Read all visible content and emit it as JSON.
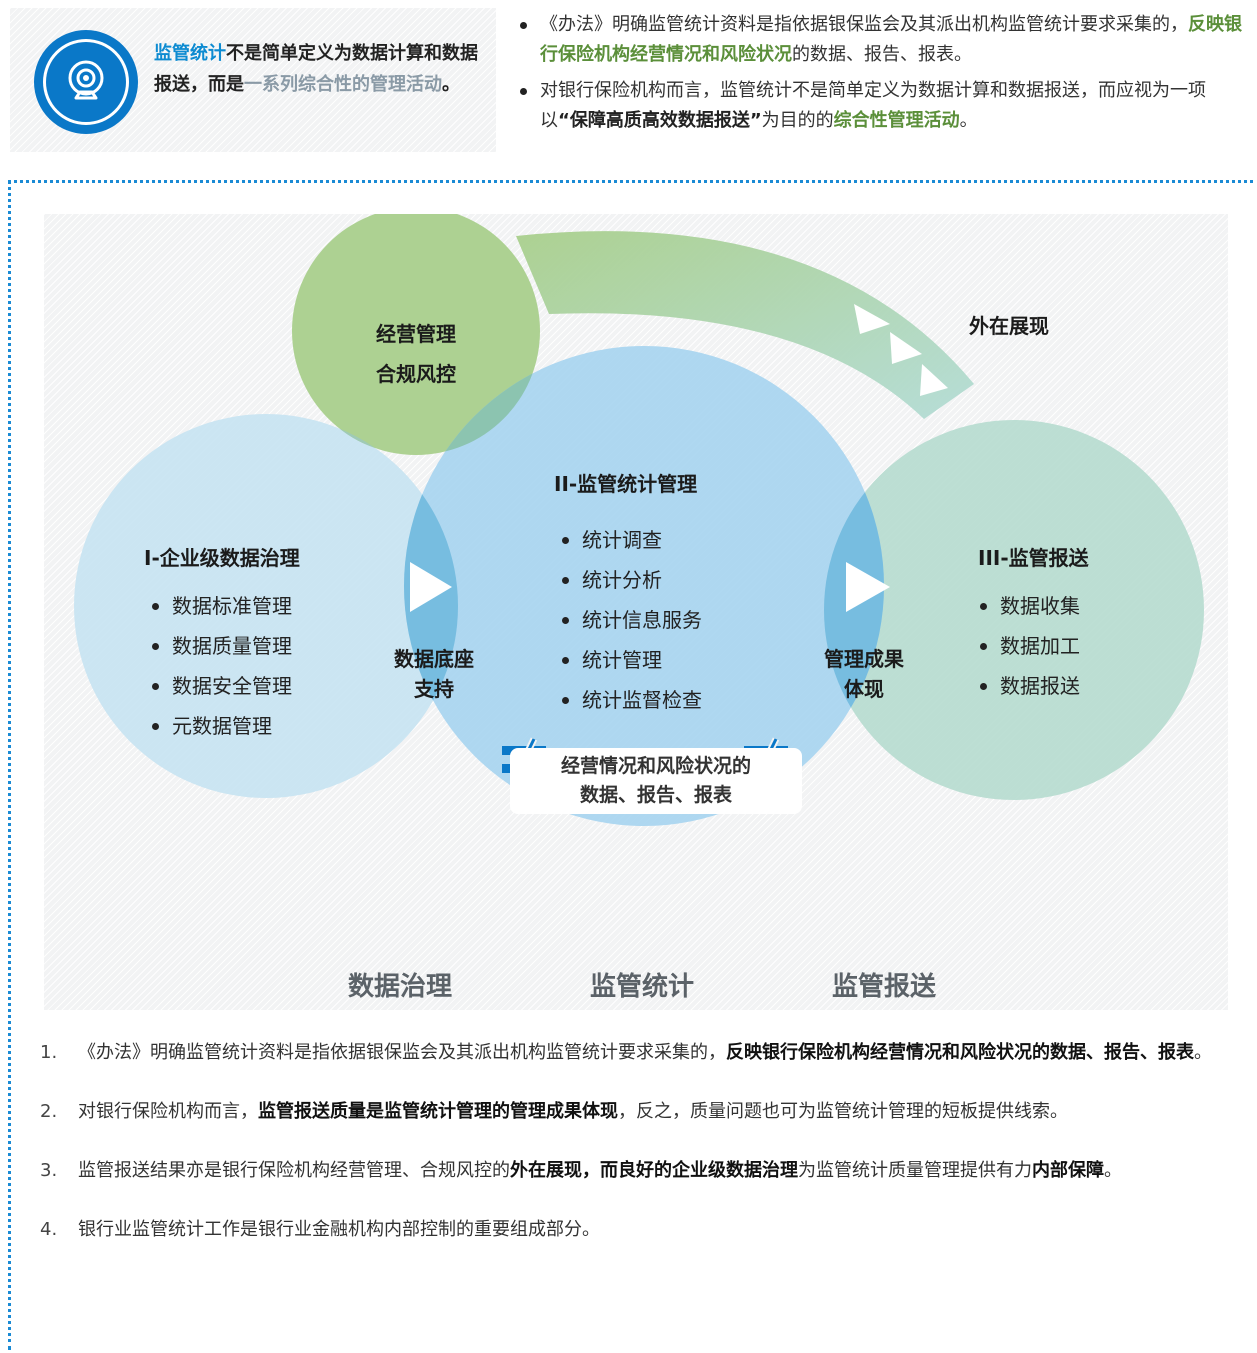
{
  "callout": {
    "icon": "webcam-icon",
    "part1": "监管统计",
    "part2": "不是简单定义为数据计算和数据报送，而是",
    "part3": "一系列综合性的管理活动",
    "part4": "。"
  },
  "top_bullets": [
    {
      "t1": "《办法》明确监管统计资料是指依据银保监会及其派出机构监管统计要求采集的，",
      "t2": "反映银行保险机构经营情况和风险状况",
      "t3": "的数据、报告、报表。"
    },
    {
      "t1": "对银行保险机构而言，监管统计不是简单定义为数据计算和数据报送，而应视为一项以",
      "t2": "“保障高质高效数据报送”",
      "t3": "为目的的",
      "t4": "综合性管理活动",
      "t5": "。"
    }
  ],
  "diagram": {
    "top_circle": {
      "line1": "经营管理",
      "line2": "合规风控"
    },
    "arrow_label": "外在展现",
    "left_circle": {
      "title": "I-企业级数据治理",
      "items": [
        "数据标准管理",
        "数据质量管理",
        "数据安全管理",
        "元数据管理"
      ]
    },
    "center_circle": {
      "title": "II-监管统计管理",
      "items": [
        "统计调查",
        "统计分析",
        "统计信息服务",
        "统计管理",
        "统计监督检查"
      ]
    },
    "right_circle": {
      "title": "III-监管报送",
      "items": [
        "数据收集",
        "数据加工",
        "数据报送"
      ]
    },
    "left_overlap": {
      "line1": "数据底座",
      "line2": "支持"
    },
    "right_overlap": {
      "line1": "管理成果",
      "line2": "体现"
    },
    "result_box": {
      "line1": "经营情况和风险状况的",
      "line2": "数据、报告、报表"
    },
    "equation": [
      "数据治理",
      "监管统计",
      "监管报送"
    ],
    "colors": {
      "green": "#a9cf8c",
      "blue": "#a6d4ef",
      "lightblue": "#c7e3f2",
      "teal": "#b6dccf",
      "overlap": "#77bde0",
      "accent": "#0a78c8"
    }
  },
  "notes": [
    {
      "num": "1.",
      "t1": "《办法》明确监管统计资料是指依据银保监会及其派出机构监管统计要求采集的，",
      "b1": "反映银行保险机构经营情况和风险状况的数据、报告、报表",
      "t2": "。"
    },
    {
      "num": "2.",
      "t1": "对银行保险机构而言，",
      "b1": "监管报送质量是监管统计管理的管理成果体现",
      "t2": "，反之，质量问题也可为监管统计管理的短板提供线索。"
    },
    {
      "num": "3.",
      "t1": "监管报送结果亦是银行保险机构经营管理、合规风控的",
      "b1": "外在展现，而良好的企业级数据治理",
      "t2": "为监管统计质量管理提供有力",
      "b2": "内部保障",
      "t3": "。"
    },
    {
      "num": "4.",
      "t1": "银行业监管统计工作是银行业金融机构内部控制的重要组成部分。"
    }
  ]
}
